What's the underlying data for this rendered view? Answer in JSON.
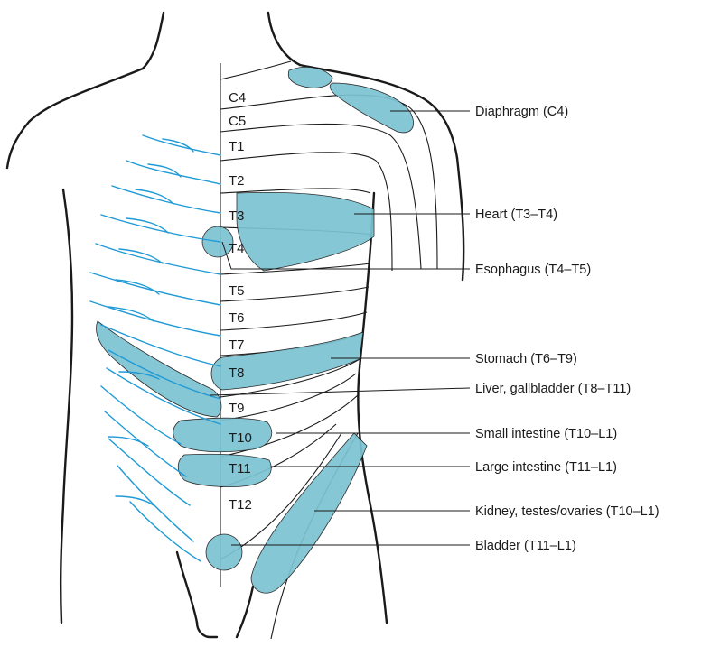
{
  "colors": {
    "zone_fill": "#7cc3d3",
    "nerve": "#1f9ad6",
    "line": "#1a1a1a"
  },
  "segments": [
    "C4",
    "C5",
    "T1",
    "T2",
    "T3",
    "T4",
    "T5",
    "T6",
    "T7",
    "T8",
    "T9",
    "T10",
    "T11",
    "T12"
  ],
  "organs": [
    "Diaphragm (C4)",
    "Heart (T3–T4)",
    "Esophagus (T4–T5)",
    "Stomach (T6–T9)",
    "Liver, gallbladder (T8–T11)",
    "Small intestine (T10–L1)",
    "Large intestine (T11–L1)",
    "Kidney, testes/ovaries (T10–L1)",
    "Bladder (T11–L1)"
  ]
}
